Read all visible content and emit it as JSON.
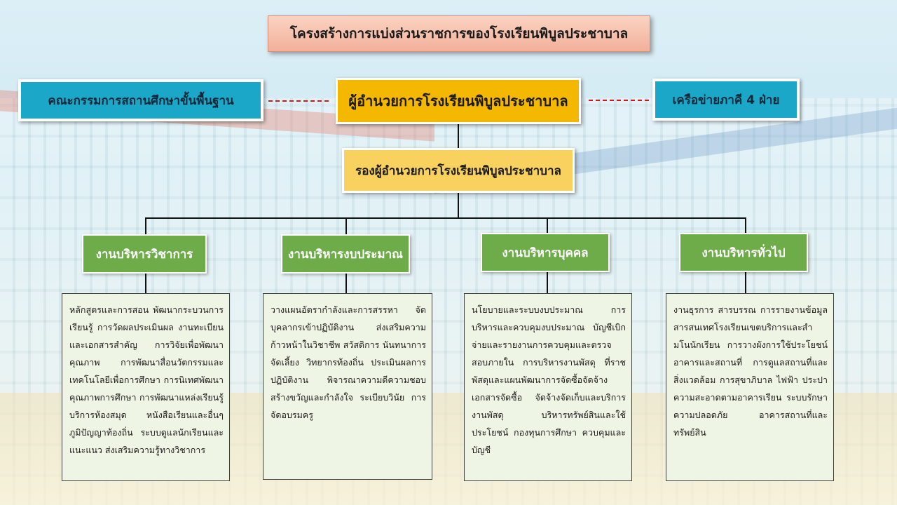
{
  "title": "โครงสร้างการแบ่งส่วนราชการของโรงเรียนพิบูลประชาบาล",
  "left_partner": "คณะกรรมการสถานศึกษาขั้นพื้นฐาน",
  "director": "ผู้อำนวยการโรงเรียนพิบูลประชาบาล",
  "right_partner": "เครือข่ายภาคี 4 ฝ่าย",
  "deputy": "รองผู้อำนวยการโรงเรียนพิบูลประชาบาล",
  "departments": [
    {
      "name": "งานบริหารวิชาการ",
      "description": "หลักสูตรและการสอน พัฒนากระบวนการเรียนรู้ การวัดผลประเมินผล งานทะเบียนและเอกสารสำคัญ การวิจัยเพื่อพัฒนาคุณภาพ การพัฒนาสื่อนวัตกรรมและเทคโนโลยีเพื่อการศึกษา การนิเทศพัฒนาคุณภาพการศึกษา การพัฒนาแหล่งเรียนรู้ บริการห้องสมุด หนังสือเรียนและอื่นๆ ภูมิปัญญาท้องถิ่น ระบบดูแลนักเรียนและแนะแนว ส่งเสริมความรู้ทางวิชาการ"
    },
    {
      "name": "งานบริหารงบประมาณ",
      "description": "วางแผนอัตรากำลังและการสรรหา จัดบุคลากรเข้าปฏิบัติงาน ส่งเสริมความก้าวหน้าในวิชาชีพ สวัสดิการ นันทนาการจัดเลี้ยง วิทยากรท้องถิ่น ประเมินผลการปฏิบัติงาน พิจารณาความดีความชอบ สร้างขวัญและกำลังใจ ระเบียบวินัย การจัดอบรมครู"
    },
    {
      "name": "งานบริหารบุคคล",
      "description": "นโยบายและระบบงบประมาณ การบริหารและควบคุมงบประมาณ บัญชีเบิกจ่ายและรายงานการควบคุมและตรวจสอบภายใน การบริหารงานพัสดุ ที่ราชพัสดุและแผนพัฒนาการจัดซื้อจัดจ้าง เอกสารจัดซื้อ จัดจ้างจัดเก็บและบริการงานพัสดุ บริหารทรัพย์สินและใช้ประโยชน์ กองทุนการศึกษา ควบคุมและบัญชี"
    },
    {
      "name": "งานบริหารทั่วไป",
      "description": "งานธุรการ สารบรรณ การรายงานข้อมูลสารสนเทศโรงเรียนเขตบริการและสำมโนนักเรียน การวางผังการใช้ประโยชน์อาคารและสถานที่ การดูแลสถานที่และสิ่งแวดล้อม การสุขาภิบาล ไฟฟ้า ประปา ความสะอาดตามอาคารเรียน ระบบรักษาความปลอดภัย อาคารสถานที่และทรัพย์สิน"
    }
  ]
}
